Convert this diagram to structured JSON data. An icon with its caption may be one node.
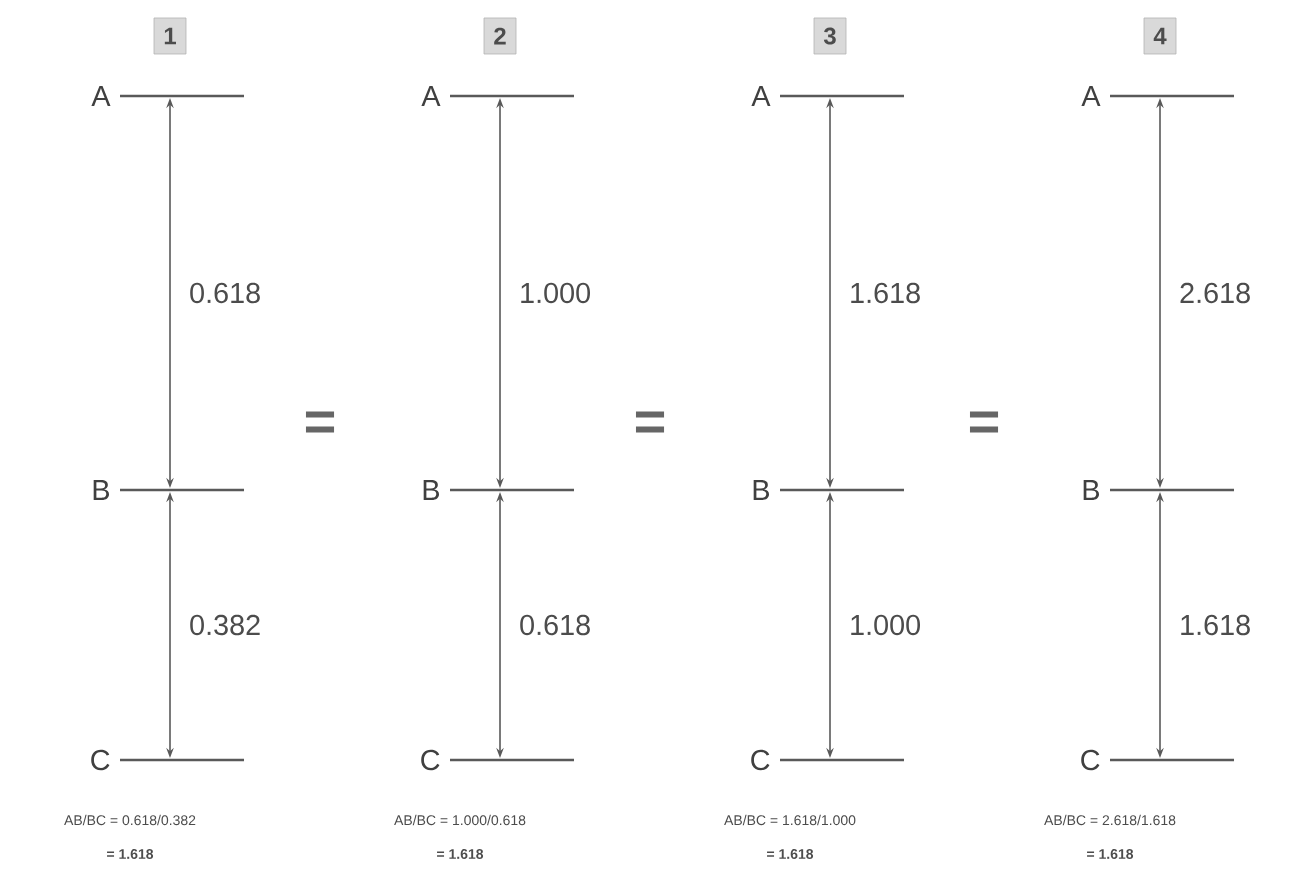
{
  "diagram": {
    "nodes": [
      {
        "text": [
          "1"
        ]
      },
      {
        "text": [],
        "shape": "bar",
        "beside": [
          "A"
        ]
      },
      {
        "text": [],
        "shape": "bar",
        "beside": [
          "B"
        ]
      },
      {
        "text": [],
        "shape": "bar",
        "beside": [
          "C"
        ]
      },
      {
        "text": [
          "2"
        ]
      },
      {
        "text": [],
        "shape": "bar",
        "beside": [
          "A"
        ]
      },
      {
        "text": [],
        "shape": "bar",
        "beside": [
          "B"
        ]
      },
      {
        "text": [],
        "shape": "bar",
        "beside": [
          "C"
        ]
      },
      {
        "text": [
          "3"
        ]
      },
      {
        "text": [],
        "shape": "bar",
        "beside": [
          "A"
        ]
      },
      {
        "text": [],
        "shape": "bar",
        "beside": [
          "B"
        ]
      },
      {
        "text": [],
        "shape": "bar",
        "beside": [
          "C"
        ]
      },
      {
        "text": [
          "4"
        ]
      },
      {
        "text": [],
        "shape": "bar",
        "beside": [
          "A"
        ]
      },
      {
        "text": [],
        "shape": "bar",
        "beside": [
          "B"
        ]
      },
      {
        "text": [],
        "shape": "bar",
        "beside": [
          "C"
        ]
      }
    ],
    "edges": [
      {
        "from": 1,
        "to": 2,
        "arrow": "both",
        "label": "0.618"
      },
      {
        "from": 2,
        "to": 3,
        "arrow": "both",
        "label": "0.382"
      },
      {
        "from": 5,
        "to": 6,
        "arrow": "both",
        "label": "1.000"
      },
      {
        "from": 6,
        "to": 7,
        "arrow": "both",
        "label": "0.618"
      },
      {
        "from": 9,
        "to": 10,
        "arrow": "both",
        "label": "1.618"
      },
      {
        "from": 10,
        "to": 11,
        "arrow": "both",
        "label": "1.000"
      },
      {
        "from": 13,
        "to": 14,
        "arrow": "both",
        "label": "2.618"
      },
      {
        "from": 14,
        "to": 15,
        "arrow": "both",
        "label": "1.618"
      }
    ],
    "labels": [
      "=",
      "=",
      "=",
      "AB/BC = 0.618/0.382",
      "= 1.618",
      "AB/BC = 1.000/0.618",
      "= 1.618",
      "AB/BC = 1.618/1.000",
      "= 1.618",
      "AB/BC = 2.618/1.618",
      "= 1.618"
    ]
  }
}
